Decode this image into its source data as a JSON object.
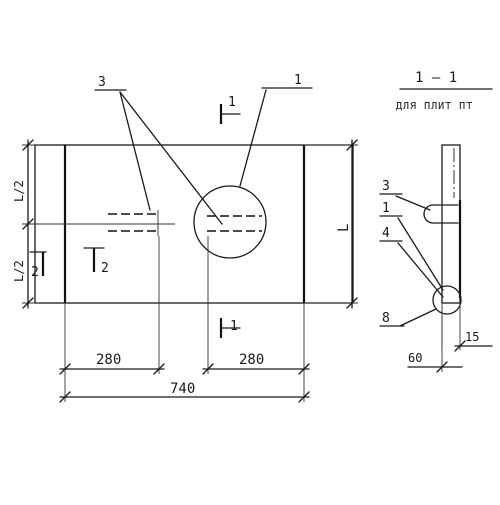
{
  "drawing": {
    "section_title": "1 — 1",
    "section_subtitle": "ДЛЯ ПЛИТ ПТ",
    "callouts": {
      "label_3_left": "3",
      "label_1_top": "1",
      "label_3_side": "3",
      "label_1_side": "1",
      "label_4_side": "4",
      "label_8_side": "8"
    },
    "section_marks": {
      "top": "1",
      "bottom": "1",
      "left_2a": "2",
      "left_2b": "2"
    },
    "dimensions": {
      "half_upper": "L/2",
      "half_lower": "L/2",
      "total_height": "L",
      "left_span": "280",
      "right_span": "280",
      "overall_width": "740",
      "side_60": "60",
      "side_15": "15"
    }
  }
}
